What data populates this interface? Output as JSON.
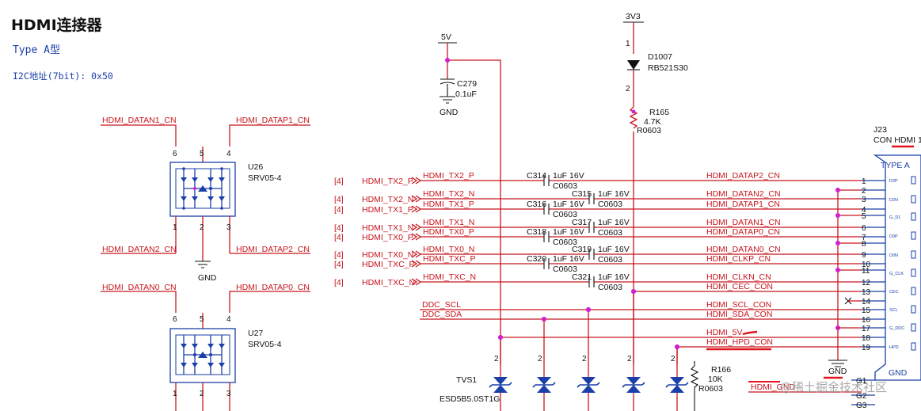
{
  "header": {
    "title": "HDMI连接器",
    "type": "Type A型",
    "i2c": "I2C地址(7bit): 0x50"
  },
  "u26": {
    "ref": "U26",
    "part": "SRV05-4",
    "top_left_net": "HDMI_DATAN1_CN",
    "top_right_net": "HDMI_DATAP1_CN",
    "bottom_left_net": "HDMI_DATAN2_CN",
    "bottom_right_net": "HDMI_DATAP2_CN",
    "pins_top": [
      "6",
      "5",
      "4"
    ],
    "pins_bottom": [
      "1",
      "2",
      "3"
    ],
    "gnd": "GND"
  },
  "u27": {
    "ref": "U27",
    "part": "SRV05-4",
    "top_left_net": "HDMI_DATAN0_CN",
    "top_right_net": "HDMI_DATAP0_CN",
    "pins_top": [
      "6",
      "5",
      "4"
    ],
    "pins_bottom": [
      "1",
      "2",
      "3"
    ]
  },
  "power": {
    "v5": "5V",
    "v3v3": "3V3",
    "c279": "C279",
    "c279_val": "0.1uF",
    "gnd": "GND",
    "d1007": "D1007",
    "d1007_part": "RB521S30",
    "d_pin1": "1",
    "d_pin2": "2",
    "r165": "R165",
    "r165_val": "4.7K",
    "r165_pkg": "R0603"
  },
  "inputs": [
    {
      "tag": "[4]",
      "net": "HDMI_TX2_P",
      "wire": "HDMI_TX2_P",
      "cap": "C314",
      "val": "1uF  16V",
      "pkg": "C0603",
      "out": "HDMI_DATAP2_CN",
      "col": "L"
    },
    {
      "tag": "[4]",
      "net": "HDMI_TX2_N",
      "wire": "HDMI_TX2_N",
      "cap": "C315",
      "val": "1uF  16V",
      "pkg": "C0603",
      "out": "HDMI_DATAN2_CN",
      "col": "R"
    },
    {
      "tag": "[4]",
      "net": "HDMI_TX1_P",
      "wire": "HDMI_TX1_P",
      "cap": "C316",
      "val": "1uF  16V",
      "pkg": "C0603",
      "out": "HDMI_DATAP1_CN",
      "col": "L"
    },
    {
      "tag": "[4]",
      "net": "HDMI_TX1_N",
      "wire": "HDMI_TX1_N",
      "cap": "C317",
      "val": "1uF  16V",
      "pkg": "C0603",
      "out": "HDMI_DATAN1_CN",
      "col": "R"
    },
    {
      "tag": "[4]",
      "net": "HDMI_TX0_P",
      "wire": "HDMI_TX0_P",
      "cap": "C318",
      "val": "1uF  16V",
      "pkg": "C0603",
      "out": "HDMI_DATAP0_CN",
      "col": "L"
    },
    {
      "tag": "[4]",
      "net": "HDMI_TX0_N",
      "wire": "HDMI_TX0_N",
      "cap": "C319",
      "val": "1uF  16V",
      "pkg": "C0603",
      "out": "HDMI_DATAN0_CN",
      "col": "R"
    },
    {
      "tag": "[4]",
      "net": "HDMI_TXC_P",
      "wire": "HDMI_TXC_P",
      "cap": "C320",
      "val": "1uF  16V",
      "pkg": "C0603",
      "out": "HDMI_CLKP_CN",
      "col": "L"
    },
    {
      "tag": "[4]",
      "net": "HDMI_TXC_N",
      "wire": "HDMI_TXC_N",
      "cap": "C321",
      "val": "1uF  16V",
      "pkg": "C0603",
      "out": "HDMI_CLKN_CN",
      "col": "R"
    }
  ],
  "signals": {
    "cec": "HDMI_CEC_CON",
    "ddc_scl": "DDC_SCL",
    "scl_con": "HDMI_SCL_CON",
    "ddc_sda": "DDC_SDA",
    "sda_con": "HDMI_SDA_CON",
    "hdmi_5v": "HDMI_5V",
    "hpd": "HDMI_HPD_CON",
    "gnd2": "GND",
    "hdmi_gnd": "HDMI_GND"
  },
  "tvs": {
    "ref": "TVS1",
    "part": "ESD5B5.0ST1G",
    "pin2": "2",
    "r166": "R166",
    "r166_val": "10K",
    "r166_pkg": "R0603"
  },
  "connector": {
    "ref": "J23",
    "part": "CON HDMI 1.",
    "type": "TYPE A",
    "gnd": "GND",
    "pins": [
      "1",
      "2",
      "3",
      "4",
      "5",
      "6",
      "7",
      "8",
      "9",
      "10",
      "11",
      "12",
      "13",
      "14",
      "15",
      "16",
      "17",
      "18",
      "19"
    ],
    "g_pins": [
      "G1",
      "G2",
      "G3"
    ],
    "inner": [
      "D2P",
      "D2N",
      "G_D1",
      "D0P",
      "D0N",
      "G_CLK",
      "CEC",
      "SCL",
      "G_DDC",
      "HPD"
    ]
  },
  "watermark": "@稀土掘金技术社区"
}
